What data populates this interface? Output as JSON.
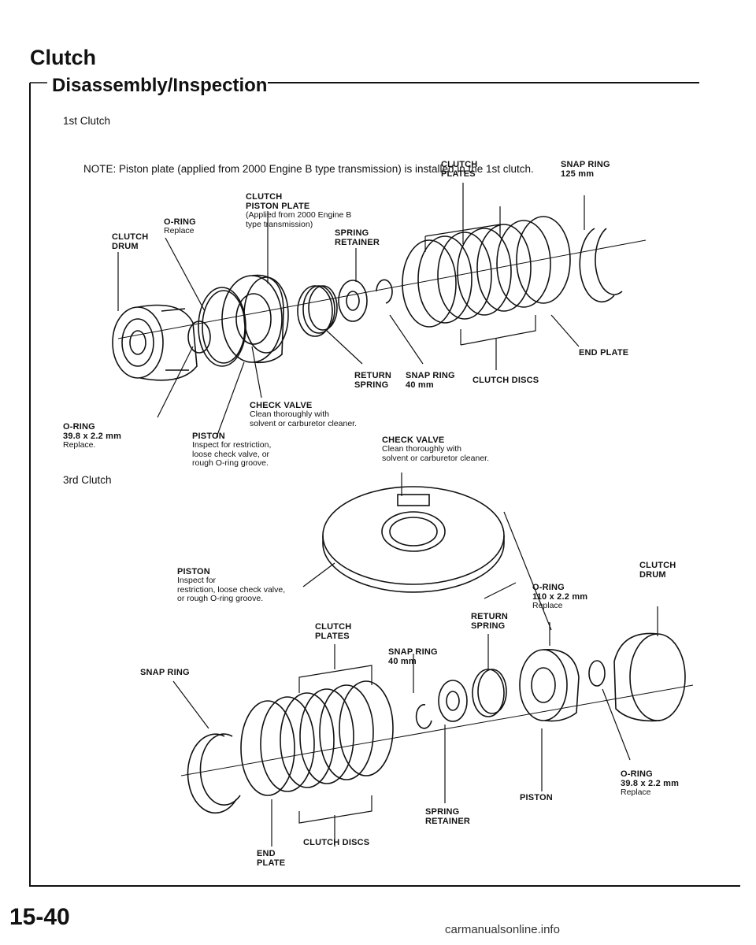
{
  "header": {
    "title": "Clutch",
    "section": "Disassembly/Inspection"
  },
  "first_clutch": {
    "title": "1st Clutch",
    "note": "NOTE: Piston plate (applied from 2000 Engine B type transmission) is installed in the 1st clutch.",
    "labels": {
      "clutch_plates": "CLUTCH\nPLATES",
      "snap_ring_125": "SNAP RING\n125 mm",
      "clutch_piston_plate": "CLUTCH\nPISTON PLATE",
      "piston_plate_note": "(Applied from 2000 Engine B\ntype transmission)",
      "o_ring": "O-RING",
      "o_ring_note": "Replace",
      "clutch_drum": "CLUTCH\nDRUM",
      "spring_retainer": "SPRING\nRETAINER",
      "end_plate": "END PLATE",
      "return_spring": "RETURN\nSPRING",
      "snap_ring_40": "SNAP RING\n40 mm",
      "clutch_discs": "CLUTCH DISCS",
      "check_valve": "CHECK VALVE",
      "check_valve_note": "Clean thoroughly with\nsolvent or carburetor cleaner.",
      "o_ring_39": "O-RING\n39.8 x 2.2 mm",
      "o_ring_39_note": "Replace.",
      "piston": "PISTON",
      "piston_note": "Inspect for restriction,\nloose check valve, or\nrough O-ring groove."
    }
  },
  "third_clutch": {
    "title": "3rd Clutch",
    "labels": {
      "check_valve": "CHECK VALVE",
      "check_valve_note": "Clean thoroughly with\nsolvent or carburetor cleaner.",
      "piston": "PISTON",
      "piston_note": "Inspect for\nrestriction, loose check valve,\nor rough O-ring groove.",
      "clutch_drum": "CLUTCH\nDRUM",
      "o_ring_110": "O-RING\n110 x 2.2 mm",
      "o_ring_110_note": "Replace",
      "return_spring": "RETURN\nSPRING",
      "clutch_plates": "CLUTCH\nPLATES",
      "snap_ring_40": "SNAP RING\n40 mm",
      "snap_ring": "SNAP RING",
      "o_ring_39": "O-RING\n39.8 x 2.2 mm",
      "o_ring_39_note": "Replace",
      "piston2": "PISTON",
      "spring_retainer": "SPRING\nRETAINER",
      "clutch_discs": "CLUTCH DISCS",
      "end_plate": "END\nPLATE"
    }
  },
  "footer": {
    "page_number": "15-40",
    "watermark": "carmanualsonline.info"
  }
}
